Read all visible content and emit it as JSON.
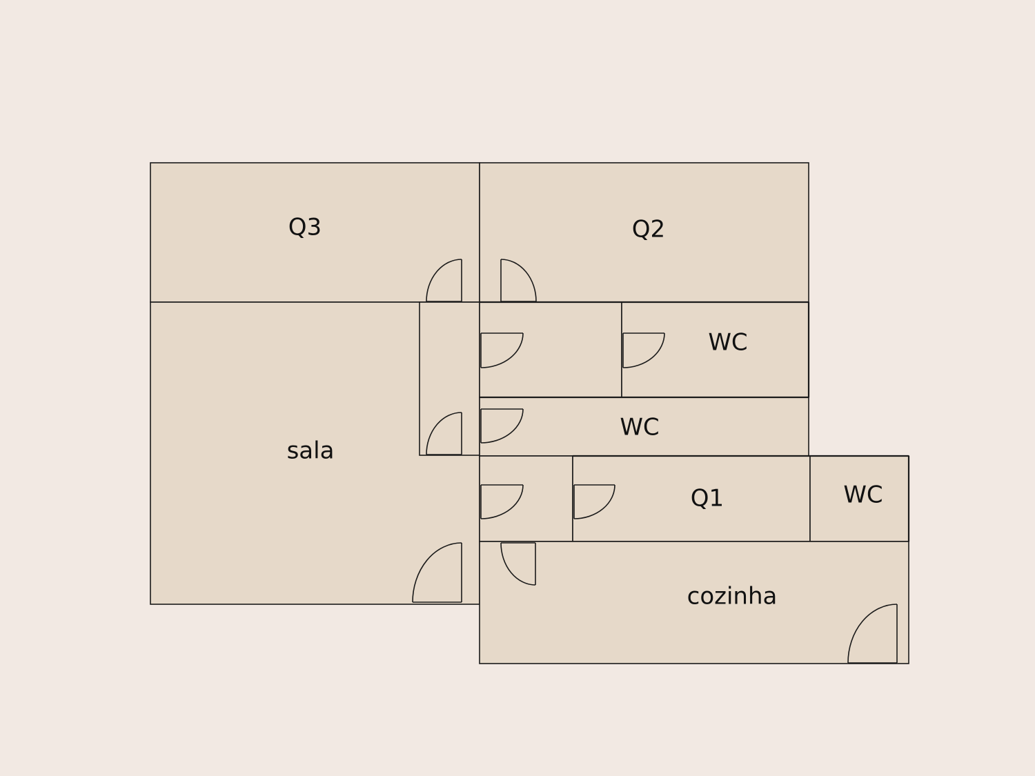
{
  "colors": {
    "background": "#f2e9e3",
    "room_fill": "#e6d9c9",
    "line": "#1a1a1a"
  },
  "rooms": {
    "q3": "Q3",
    "q2": "Q2",
    "sala": "sala",
    "wc_top": "WC",
    "wc_middle": "WC",
    "q1": "Q1",
    "wc_right": "WC",
    "cozinha": "cozinha"
  }
}
